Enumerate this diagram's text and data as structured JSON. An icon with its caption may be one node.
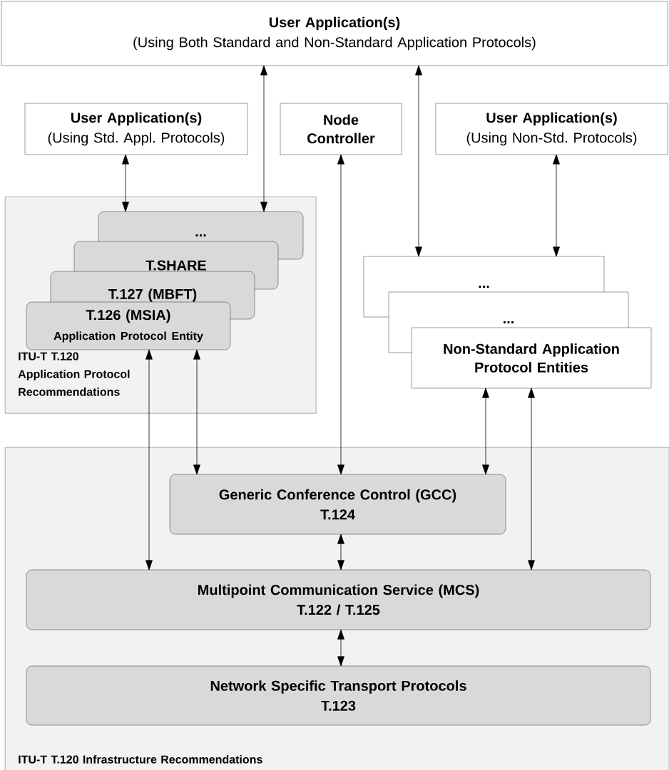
{
  "diagram": {
    "nodes": [
      {
        "text": [
          "User Application(s)",
          "(Using Both Standard and Non-Standard Application Protocols)"
        ]
      },
      {
        "text": [
          "User Application(s)",
          "(Using Std. Appl. Protocols)"
        ]
      },
      {
        "text": [
          "Node Controller"
        ]
      },
      {
        "text": [
          "User Application(s)",
          "(Using Non-Std. Protocols)"
        ]
      },
      {
        "text": [
          "ITU-T T.120 Application Protocol Recommendations"
        ]
      },
      {
        "text": [
          "..."
        ],
        "in": 4
      },
      {
        "text": [
          "T.SHARE"
        ],
        "in": 4
      },
      {
        "text": [
          "T.127 (MBFT)"
        ],
        "in": 4
      },
      {
        "text": [
          "T.126 (MSIA)",
          "Application Protocol Entity"
        ],
        "in": 4
      },
      {
        "text": [
          "..."
        ]
      },
      {
        "text": [
          "..."
        ]
      },
      {
        "text": [
          "Non-Standard Application Protocol Entities"
        ]
      },
      {
        "text": [
          "ITU-T T.120 Infrastructure Recommendations"
        ]
      },
      {
        "text": [
          "Generic Conference Control (GCC)",
          "T.124"
        ],
        "in": 12
      },
      {
        "text": [
          "Multipoint Communication Service (MCS)",
          "T.122 / T.125"
        ],
        "in": 12
      },
      {
        "text": [
          "Network Specific Transport Protocols",
          "T.123"
        ],
        "in": 12
      }
    ],
    "edges": [
      {
        "from": 0,
        "to": 5,
        "arrow": "both"
      },
      {
        "from": 0,
        "to": 9,
        "arrow": "both"
      },
      {
        "from": 1,
        "to": 5,
        "arrow": "both"
      },
      {
        "from": 3,
        "to": 9,
        "arrow": "both"
      },
      {
        "from": 2,
        "to": 13,
        "arrow": "both"
      },
      {
        "from": 8,
        "to": 13,
        "arrow": "both"
      },
      {
        "from": 8,
        "to": 14,
        "arrow": "both"
      },
      {
        "from": 11,
        "to": 13,
        "arrow": "both"
      },
      {
        "from": 11,
        "to": 14,
        "arrow": "both"
      },
      {
        "from": 13,
        "to": 14,
        "arrow": "both"
      },
      {
        "from": 14,
        "to": 15,
        "arrow": "both"
      }
    ]
  }
}
